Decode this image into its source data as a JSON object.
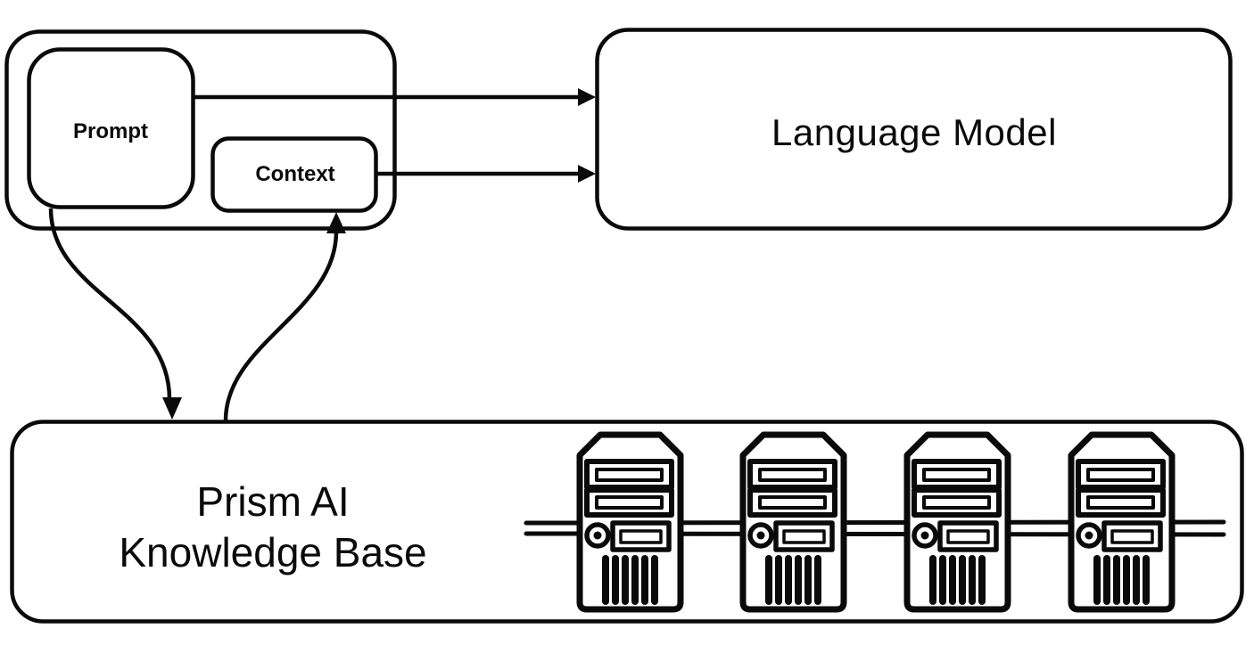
{
  "diagram": {
    "background_color": "#ffffff",
    "stroke_color": "#0a0a0a",
    "nodes": {
      "prompt": {
        "label": "Prompt"
      },
      "context": {
        "label": "Context"
      },
      "language_model": {
        "label": "Language Model"
      },
      "knowledge_base": {
        "label_line1": "Prism AI",
        "label_line2": "Knowledge Base",
        "server_count": 4,
        "server_icon": "server-tower-icon"
      }
    },
    "edges": [
      {
        "from": "prompt",
        "to": "language_model",
        "style": "straight-arrow-right"
      },
      {
        "from": "context",
        "to": "language_model",
        "style": "straight-arrow-right"
      },
      {
        "from": "prompt",
        "to": "knowledge_base",
        "style": "curved-arrow-down"
      },
      {
        "from": "knowledge_base",
        "to": "context",
        "style": "curved-arrow-up"
      }
    ]
  }
}
